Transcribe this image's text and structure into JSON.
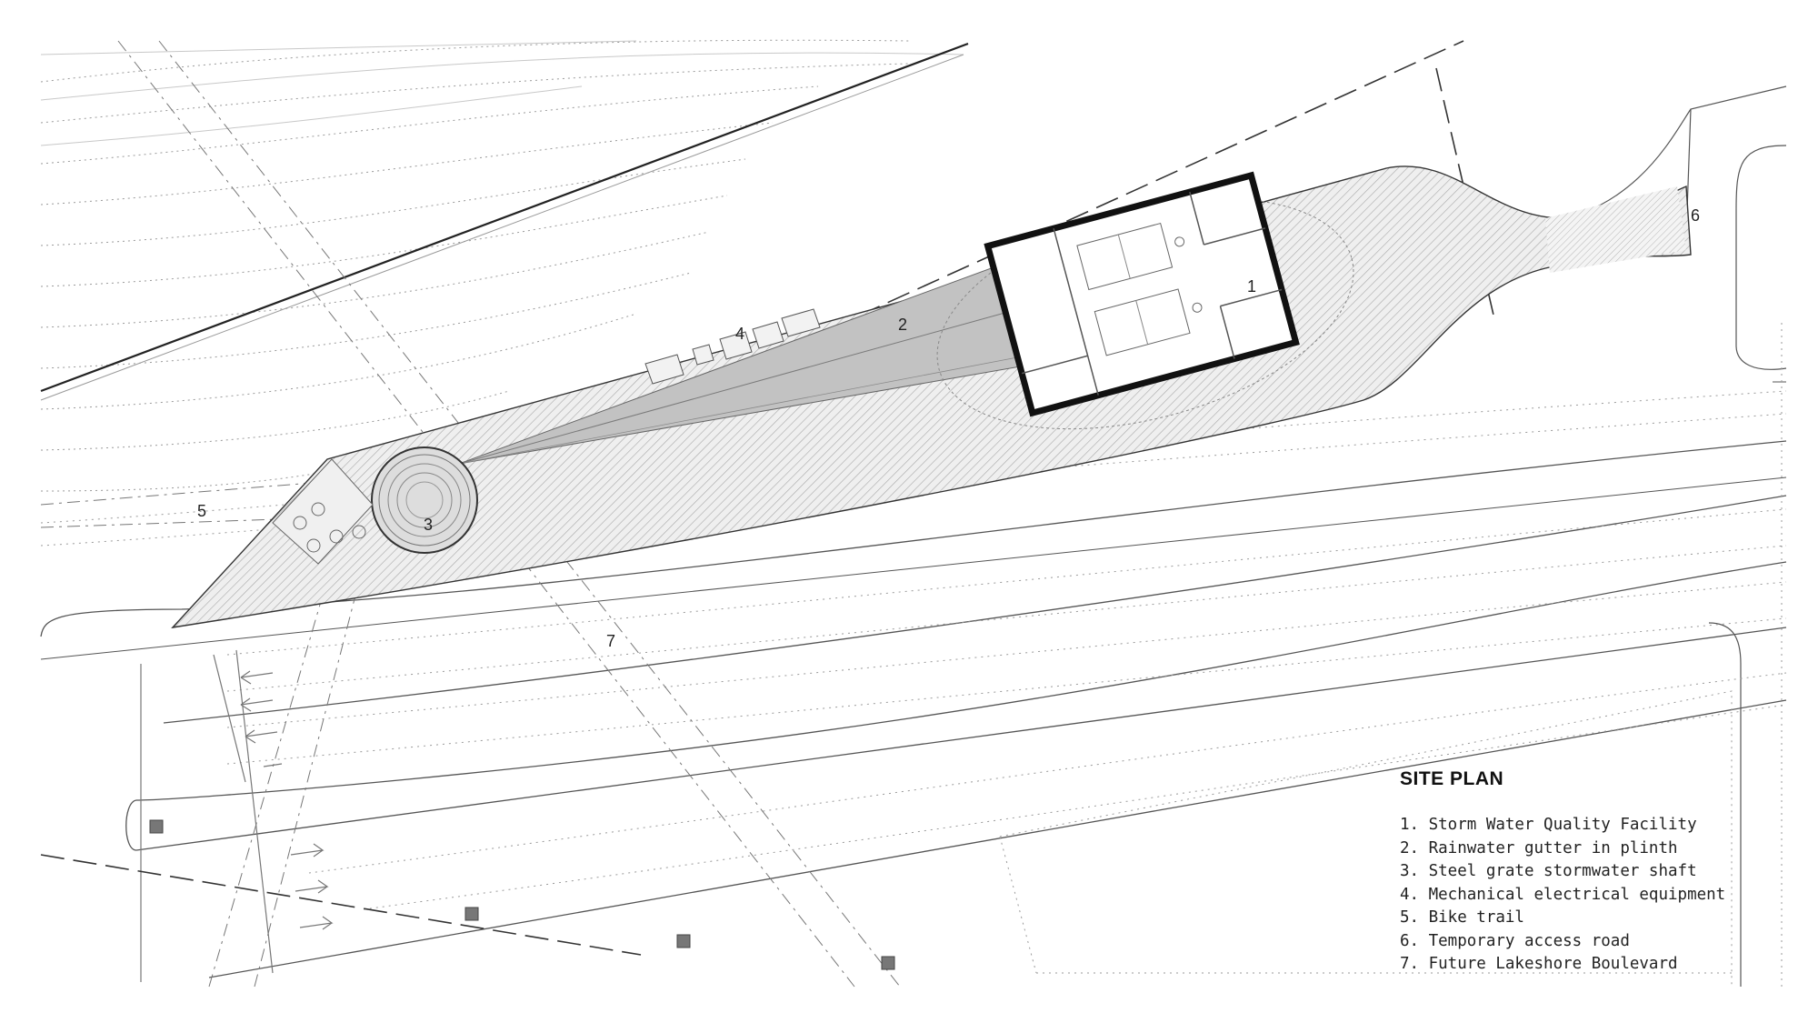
{
  "plan": {
    "callouts": {
      "c1": "1",
      "c2": "2",
      "c3": "3",
      "c4": "4",
      "c5": "5",
      "c6": "6",
      "c7": "7"
    }
  },
  "legend": {
    "title": "SITE PLAN",
    "items": [
      "1. Storm Water Quality Facility",
      "2. Rainwater gutter in plinth",
      "3. Steel grate stormwater shaft",
      "4. Mechanical electrical equipment",
      "5. Bike trail",
      "6. Temporary access road",
      "7. Future Lakeshore Boulevard"
    ]
  },
  "colors": {
    "line": "#555555",
    "building": "#111111",
    "gutter": "#bdbdbd",
    "hatch": "#9a9a9a"
  }
}
